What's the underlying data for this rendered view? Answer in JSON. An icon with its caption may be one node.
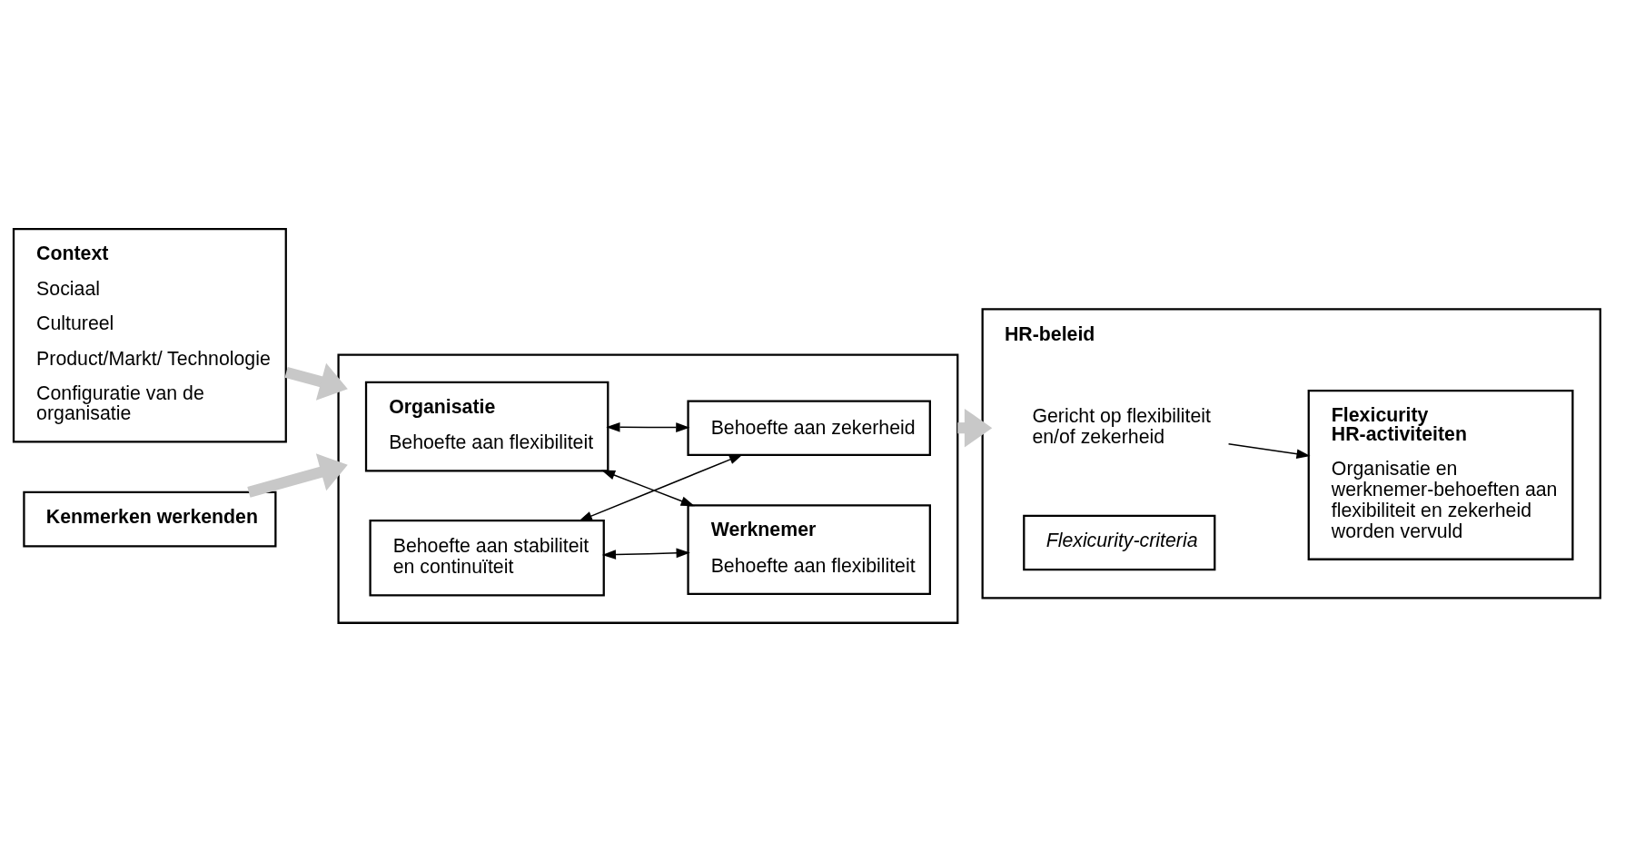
{
  "diagram": {
    "nodes": [
      {
        "text": [
          "Context",
          "Sociaal",
          "Cultureel",
          "Product/Markt/ Technologie",
          "Configuratie van de organisatie"
        ]
      },
      {
        "text": [],
        "shape": "box"
      },
      {
        "text": [
          "Organisatie",
          "Behoefte aan flexibiliteit"
        ],
        "in": 1
      },
      {
        "text": [
          "Werknemer",
          "Behoefte aan flexibiliteit"
        ],
        "in": 1
      },
      {
        "text": [
          "Behoefte aan stabiliteit en continuïteit"
        ],
        "in": 1
      },
      {
        "text": [
          "Behoefte aan zekerheid"
        ],
        "in": 1
      },
      {
        "text": [
          "HR-beleid"
        ]
      },
      {
        "text": [
          "Gericht op flexibiliteit en/of zekerheid"
        ],
        "in": 6
      },
      {
        "text": [
          "Flexicurity-criteria"
        ],
        "in": 6
      },
      {
        "text": [
          "Flexicurity HR-activiteiten",
          "Organisatie en werknemer-behoeften aan flexibiliteit en zekerheid worden vervuld"
        ],
        "in": 6
      },
      {
        "text": [
          "Kenmerken werkenden"
        ]
      }
    ],
    "edges": [
      {
        "from": 0,
        "to": 1,
        "arrow": "to",
        "style": "thick",
        "color": "#c8c8c8"
      },
      {
        "from": 2,
        "to": 3,
        "arrow": "both"
      },
      {
        "from": 4,
        "to": 5,
        "arrow": "both"
      },
      {
        "from": 2,
        "to": 5,
        "arrow": "both"
      },
      {
        "from": 4,
        "to": 3,
        "arrow": "both"
      },
      {
        "from": 1,
        "to": 6,
        "arrow": "to",
        "style": "thick",
        "color": "#c8c8c8"
      },
      {
        "from": 7,
        "to": 9,
        "arrow": "to"
      },
      {
        "from": 10,
        "to": 1,
        "arrow": "to",
        "style": "thick",
        "color": "#c8c8c8"
      }
    ]
  }
}
